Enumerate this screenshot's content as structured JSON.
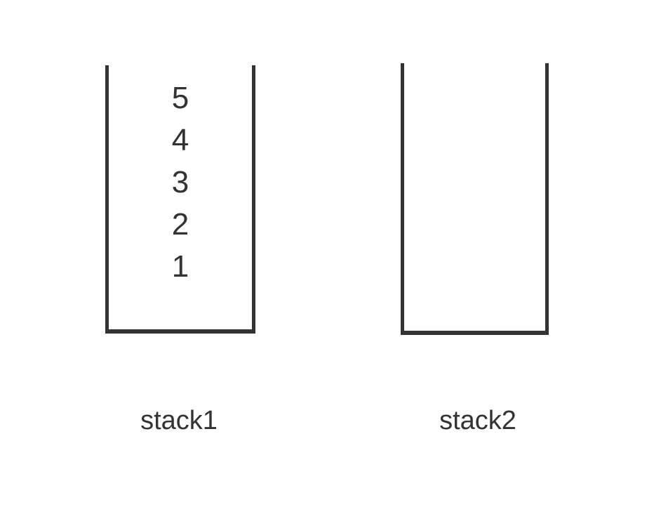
{
  "background_color": "#ffffff",
  "stroke_color": "#333333",
  "text_color": "#333333",
  "stacks": [
    {
      "label": "stack1",
      "items": [
        "5",
        "4",
        "3",
        "2",
        "1"
      ]
    },
    {
      "label": "stack2",
      "items": []
    }
  ]
}
